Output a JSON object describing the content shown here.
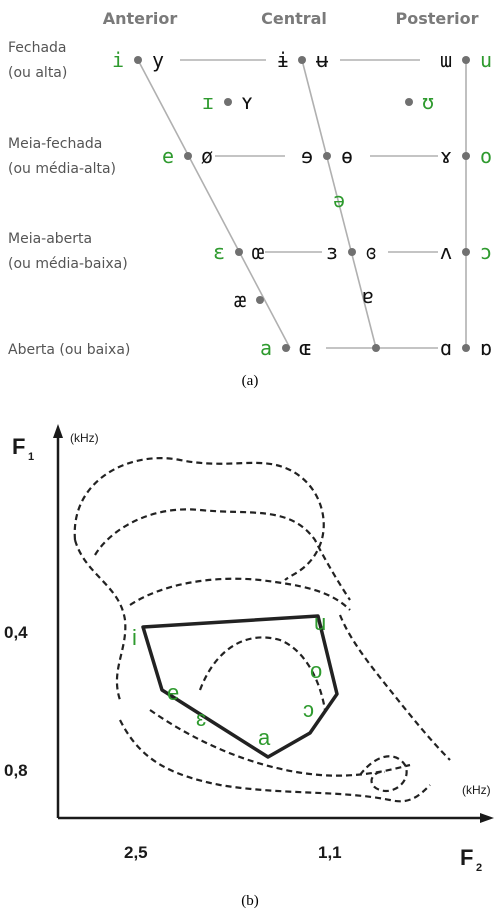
{
  "panel_a": {
    "columns": [
      "Anterior",
      "Central",
      "Posterior"
    ],
    "rows": [
      {
        "l1": "Fechada",
        "l2": "(ou alta)"
      },
      {
        "l1": "Meia-fechada",
        "l2": "(ou média-alta)"
      },
      {
        "l1": "Meia-aberta",
        "l2": "(ou média-baixa)"
      },
      {
        "l1": "Aberta (ou baixa)",
        "l2": ""
      }
    ],
    "vowels": {
      "i": "i",
      "y": "y",
      "i_bar": "ɨ",
      "u_bar": "ʉ",
      "turned_m": "ɯ",
      "u": "u",
      "small_cap_i": "ɪ",
      "small_cap_y": "ʏ",
      "upsilon": "ʊ",
      "e": "e",
      "o_slash": "ø",
      "rev_e": "ɘ",
      "o_bar": "ɵ",
      "ram_horns": "ɤ",
      "o": "o",
      "schwa": "ə",
      "epsilon": "ɛ",
      "oe": "œ",
      "rev_epsilon": "ɜ",
      "closed_rev_epsilon": "ɞ",
      "turned_v": "ʌ",
      "open_o": "ɔ",
      "ash": "æ",
      "turned_a": "ɐ",
      "a": "a",
      "small_cap_oe": "ɶ",
      "script_a": "ɑ",
      "turned_script_a": "ɒ"
    },
    "caption": "(a)",
    "colors": {
      "rounded": "#111111",
      "portuguese": "#2e9a2e",
      "trapezoid": "#b0b0b0"
    }
  },
  "panel_b": {
    "y_axis_label": "F",
    "y_axis_sub": "1",
    "y_axis_unit": "(kHz)",
    "x_axis_label": "F",
    "x_axis_sub": "2",
    "x_axis_unit": "(kHz)",
    "y_ticks": [
      "0,4",
      "0,8"
    ],
    "x_ticks": [
      "2,5",
      "1,1"
    ],
    "vowels": {
      "i": "i",
      "u": "u",
      "e": "e",
      "o": "o",
      "epsilon": "ɛ",
      "open_o": "ɔ",
      "a": "a"
    },
    "caption": "(b)"
  }
}
